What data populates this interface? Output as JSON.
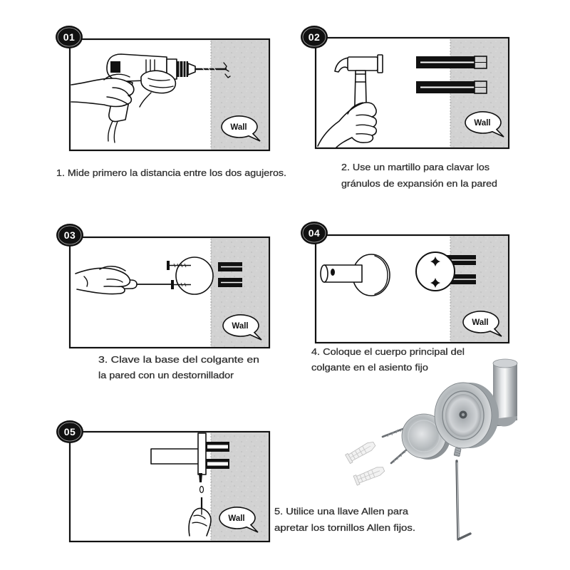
{
  "colors": {
    "ink": "#111111",
    "wall": "#d2d2d2",
    "caption_text": "#333333",
    "steel": "#b8bcc0",
    "anchor_plug": "#f2f2f2"
  },
  "steps": [
    {
      "number": "01",
      "wall_label": "Wall",
      "icon": "drill-icon",
      "caption": [
        "1. Mide primero la distancia entre los dos agujeros."
      ]
    },
    {
      "number": "02",
      "wall_label": "Wall",
      "icon": "hammer-icon",
      "caption": [
        "2. Use un martillo para clavar los",
        "gránulos de expansión en la pared"
      ]
    },
    {
      "number": "03",
      "wall_label": "Wall",
      "icon": "screwdriver-icon",
      "caption": [
        "3. Clave la base del colgante en",
        "la pared con un destornillador"
      ]
    },
    {
      "number": "04",
      "wall_label": "Wall",
      "icon": "hook-body-icon",
      "caption": [
        "4. Coloque el cuerpo principal del",
        "colgante en el asiento fijo"
      ]
    },
    {
      "number": "05",
      "wall_label": "Wall",
      "icon": "allen-key-icon",
      "caption": [
        "5. Utilice una llave Allen para",
        "apretar los tornillos Allen fijos."
      ]
    }
  ],
  "product_photo_icon": "wall-hook-kit-icon"
}
